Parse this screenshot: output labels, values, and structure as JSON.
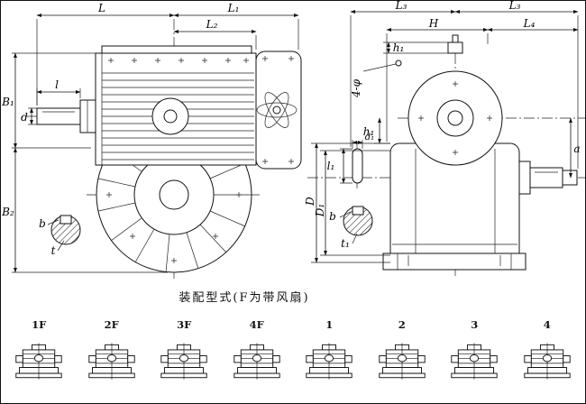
{
  "drawing": {
    "caption": "装配型式(F为带风扇)",
    "left_view": {
      "dim_L": "L",
      "dim_L1": "L₁",
      "dim_L2": "L₂",
      "dim_B1": "B₁",
      "dim_B2": "B₂",
      "dim_l": "l",
      "dim_d": "d",
      "dim_b": "b",
      "dim_t": "t"
    },
    "right_view": {
      "dim_L3_left": "L₃",
      "dim_L3_right": "L₃",
      "dim_H": "H",
      "dim_L4": "L₄",
      "dim_h1_top": "h₁",
      "dim_h1_mid": "h₁",
      "dim_holes": "4-φ",
      "dim_l1": "l₁",
      "dim_d1": "d₁",
      "dim_D": "D",
      "dim_D1": "D₁",
      "dim_b": "b",
      "dim_t1": "t₁",
      "dim_a": "a"
    }
  },
  "variants": {
    "items": [
      {
        "label": "1F"
      },
      {
        "label": "2F"
      },
      {
        "label": "3F"
      },
      {
        "label": "4F"
      },
      {
        "label": "1"
      },
      {
        "label": "2"
      },
      {
        "label": "3"
      },
      {
        "label": "4"
      }
    ]
  }
}
